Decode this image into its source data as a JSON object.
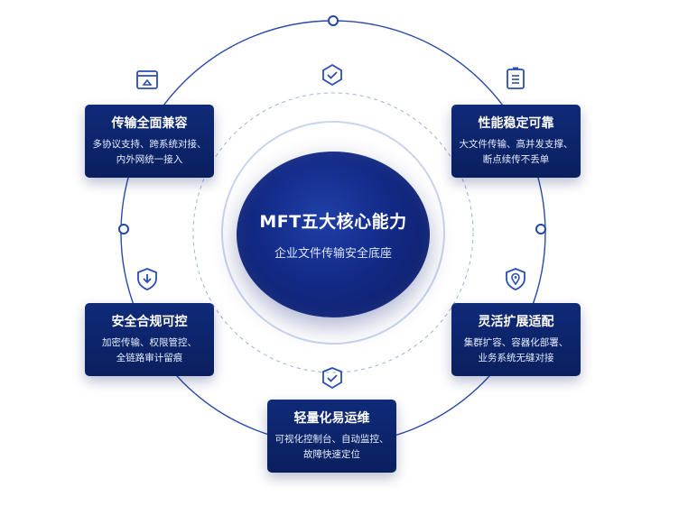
{
  "hub": {
    "title": "MFT五大核心能力",
    "subtitle": "企业文件传输安全底座"
  },
  "cards": [
    {
      "id": "compat",
      "title": "传输全面兼容",
      "lines": [
        "多协议支持、跨系统对接、",
        "内外网统一接入"
      ],
      "icon": "browser-upload-icon"
    },
    {
      "id": "perf",
      "title": "性能稳定可靠",
      "lines": [
        "大文件传输、高并发支撑、",
        "断点续传不丢单"
      ],
      "icon": "clipboard-list-icon"
    },
    {
      "id": "security",
      "title": "安全合规可控",
      "lines": [
        "加密传输、权限管控、",
        "全链路审计留痕"
      ],
      "icon": "shield-download-icon"
    },
    {
      "id": "flex",
      "title": "灵活扩展适配",
      "lines": [
        "集群扩容、容器化部署、",
        "业务系统无缝对接"
      ],
      "icon": "shield-location-icon"
    },
    {
      "id": "ops",
      "title": "轻量化易运维",
      "lines": [
        "可视化控制台、自动监控、",
        "故障快速定位"
      ],
      "icon": "box-check-icon"
    }
  ],
  "top_icon": "hexagon-check-icon",
  "colors": {
    "navy": "#0b1f60",
    "ring": "#2446a8",
    "icon": "#2a4db5"
  }
}
